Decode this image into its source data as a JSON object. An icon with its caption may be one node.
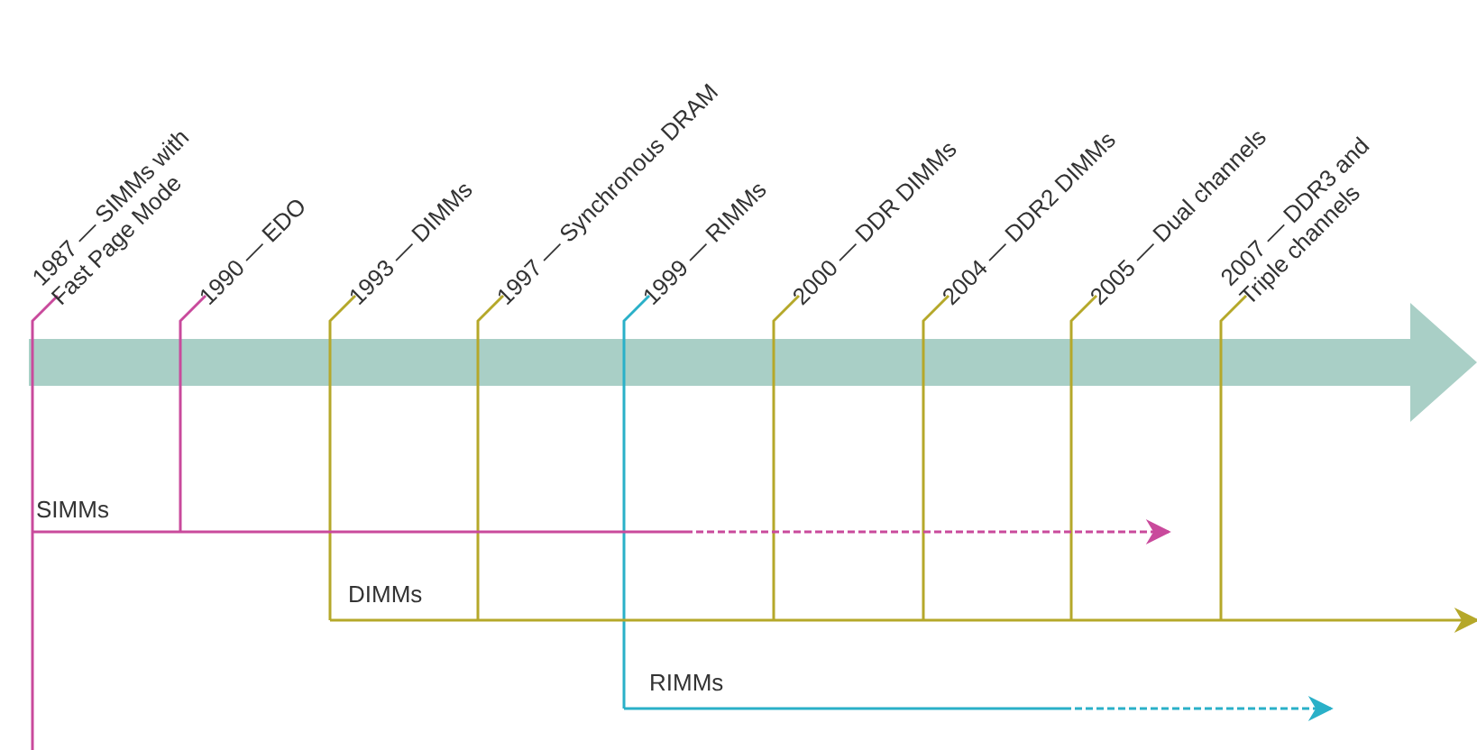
{
  "diagram": {
    "labels": [
      "1987 — SIMMs with Fast Page Mode",
      "1990 — EDO",
      "1993 — DIMMs",
      "1997 — Synchronous DRAM",
      "1999 — RIMMs",
      "2000 — DDR DIMMs",
      "2004 — DDR2 DIMMs",
      "2005 — Dual channels",
      "2007 — DDR3 and Triple channels",
      "SIMMs",
      "DIMMs",
      "RIMMs"
    ]
  }
}
